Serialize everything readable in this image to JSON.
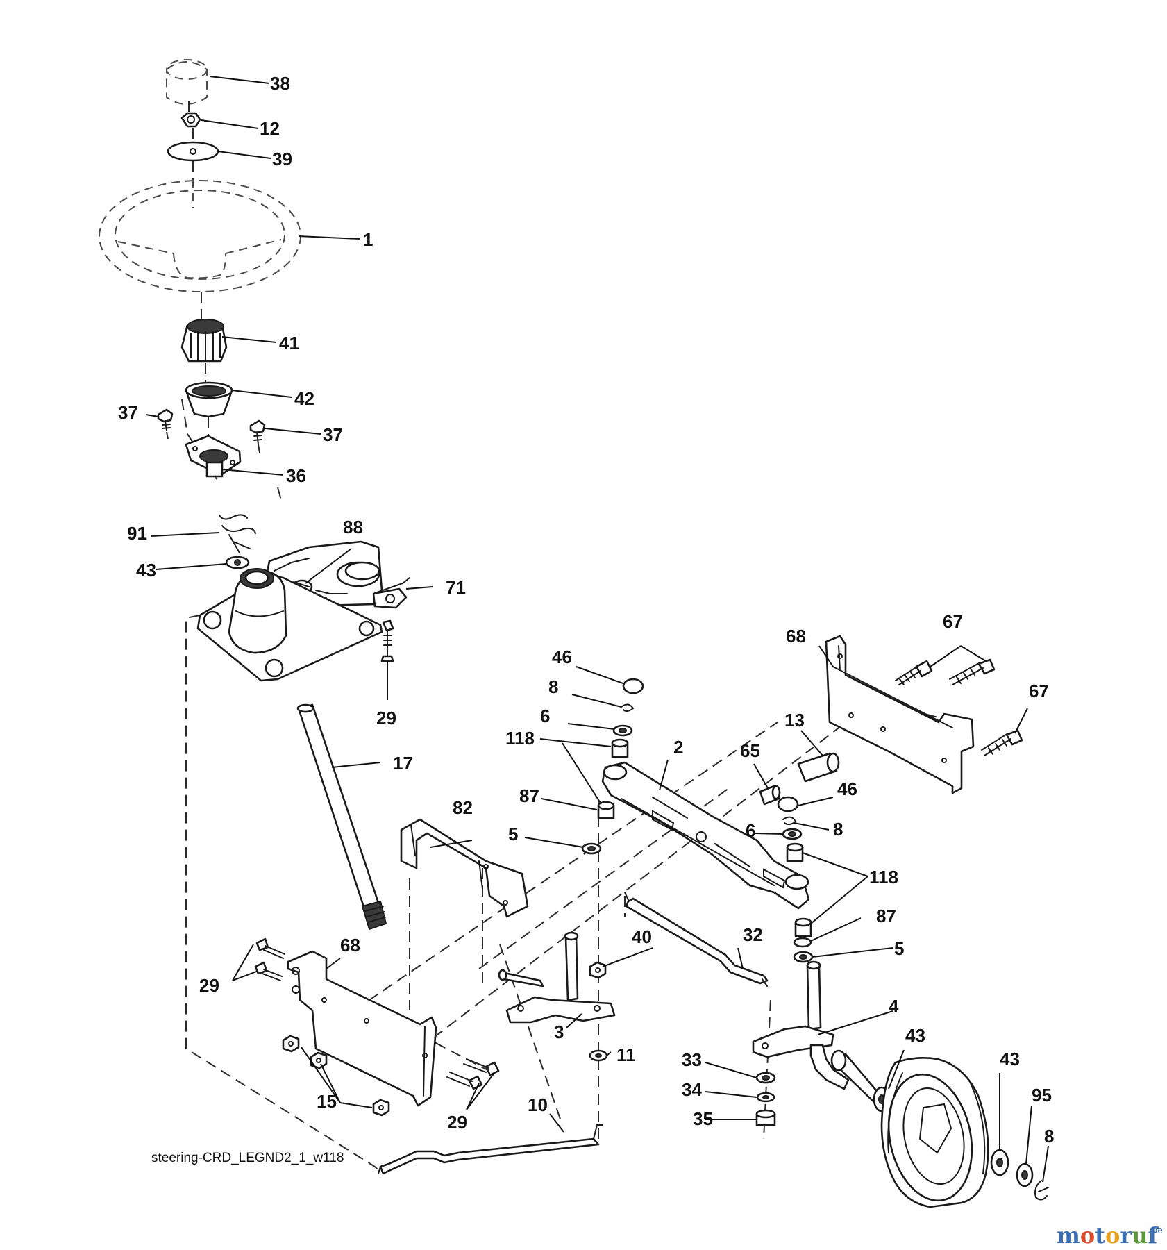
{
  "caption": "steering-CRD_LEGND2_1_w118",
  "watermark": {
    "main": "motoruf",
    "suffix": ".de",
    "colors": {
      "m": "#3a6fb7",
      "o1": "#d94b2b",
      "t": "#3a6fb7",
      "o2": "#e8a21c",
      "r": "#3a6fb7",
      "u": "#5a9a3a",
      "f": "#3a6fb7"
    }
  },
  "callouts": [
    "38",
    "12",
    "39",
    "1",
    "41",
    "42",
    "37",
    "37",
    "36",
    "91",
    "88",
    "43",
    "71",
    "29",
    "17",
    "46",
    "8",
    "6",
    "118",
    "87",
    "5",
    "82",
    "2",
    "68",
    "67",
    "67",
    "13",
    "65",
    "46",
    "8",
    "6",
    "118",
    "87",
    "5",
    "32",
    "40",
    "68",
    "29",
    "3",
    "4",
    "43",
    "43",
    "95",
    "8",
    "11",
    "33",
    "34",
    "35",
    "15",
    "29",
    "10"
  ]
}
